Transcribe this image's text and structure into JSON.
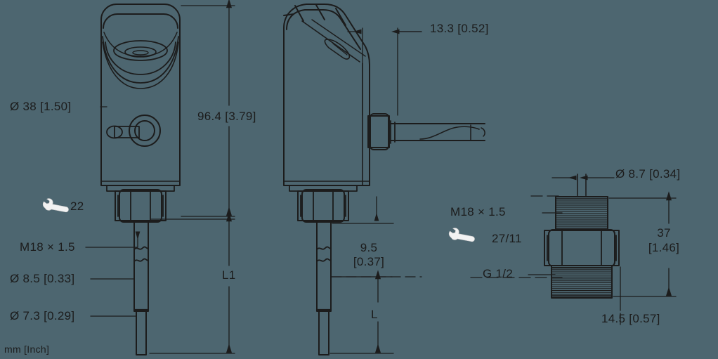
{
  "drawing": {
    "title": "Sensor dimensional drawing",
    "units_note": "mm [Inch]",
    "background_color": "#4d6670",
    "line_color": "#1c1c1c",
    "icon_color": "#f2f2f2"
  },
  "views": [
    {
      "name": "front-view",
      "labels": [
        {
          "id": "diameter-38",
          "text": "Ø 38 [1.50]"
        },
        {
          "id": "wrench-22",
          "text": "22",
          "icon": "wrench-icon"
        },
        {
          "id": "thread-m18",
          "text": "M18 × 1.5"
        },
        {
          "id": "diameter-85",
          "text": "Ø 8.5 [0.33]"
        },
        {
          "id": "diameter-73",
          "text": "Ø 7.3 [0.29]"
        },
        {
          "id": "units",
          "text": "mm [Inch]"
        },
        {
          "id": "height-964",
          "text": "96.4 [3.79]"
        },
        {
          "id": "length-l1",
          "text": "L1"
        }
      ]
    },
    {
      "name": "side-view",
      "labels": [
        {
          "id": "width-133",
          "text": "13.3 [0.52]"
        },
        {
          "id": "offset-95",
          "text_line1": "9.5",
          "text_line2": "[0.37]"
        },
        {
          "id": "length-l",
          "text": "L"
        }
      ]
    },
    {
      "name": "process-connection-view",
      "labels": [
        {
          "id": "diameter-87",
          "text": "Ø 8.7 [0.34]"
        },
        {
          "id": "thread-m18-pc",
          "text": "M18 × 1.5"
        },
        {
          "id": "wrench-2711",
          "text": "27/11",
          "icon": "wrench-icon"
        },
        {
          "id": "thread-g12",
          "text": "G 1/2"
        },
        {
          "id": "height-37",
          "text_line1": "37",
          "text_line2": "[1.46]"
        },
        {
          "id": "width-145",
          "text": "14.5 [0.57]"
        }
      ]
    }
  ]
}
